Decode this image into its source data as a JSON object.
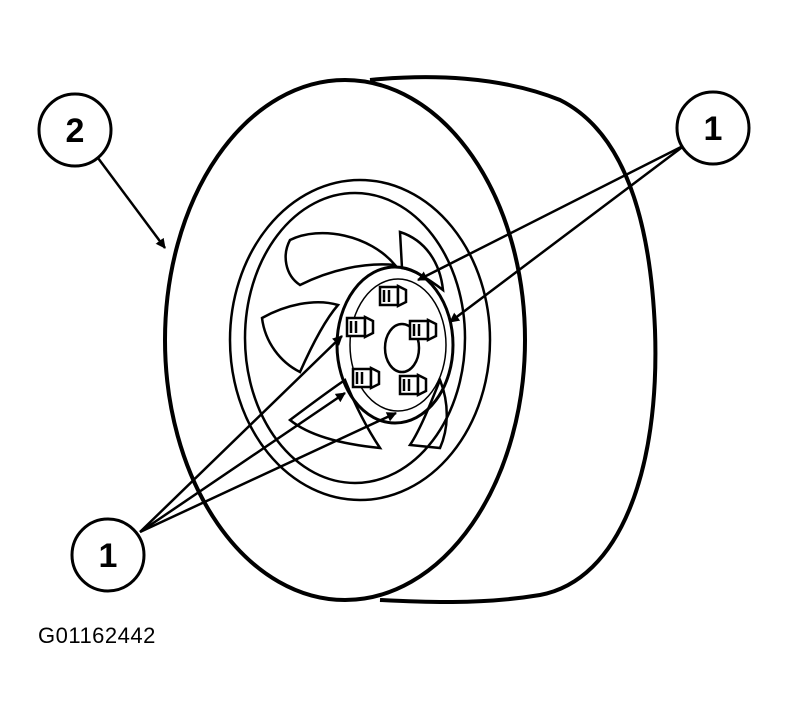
{
  "callouts": {
    "wheel_label": "2",
    "lug_nut_label_top": "1",
    "lug_nut_label_bottom": "1"
  },
  "figure_code": "G01162442",
  "colors": {
    "ink": "#000000",
    "paper": "#ffffff"
  }
}
